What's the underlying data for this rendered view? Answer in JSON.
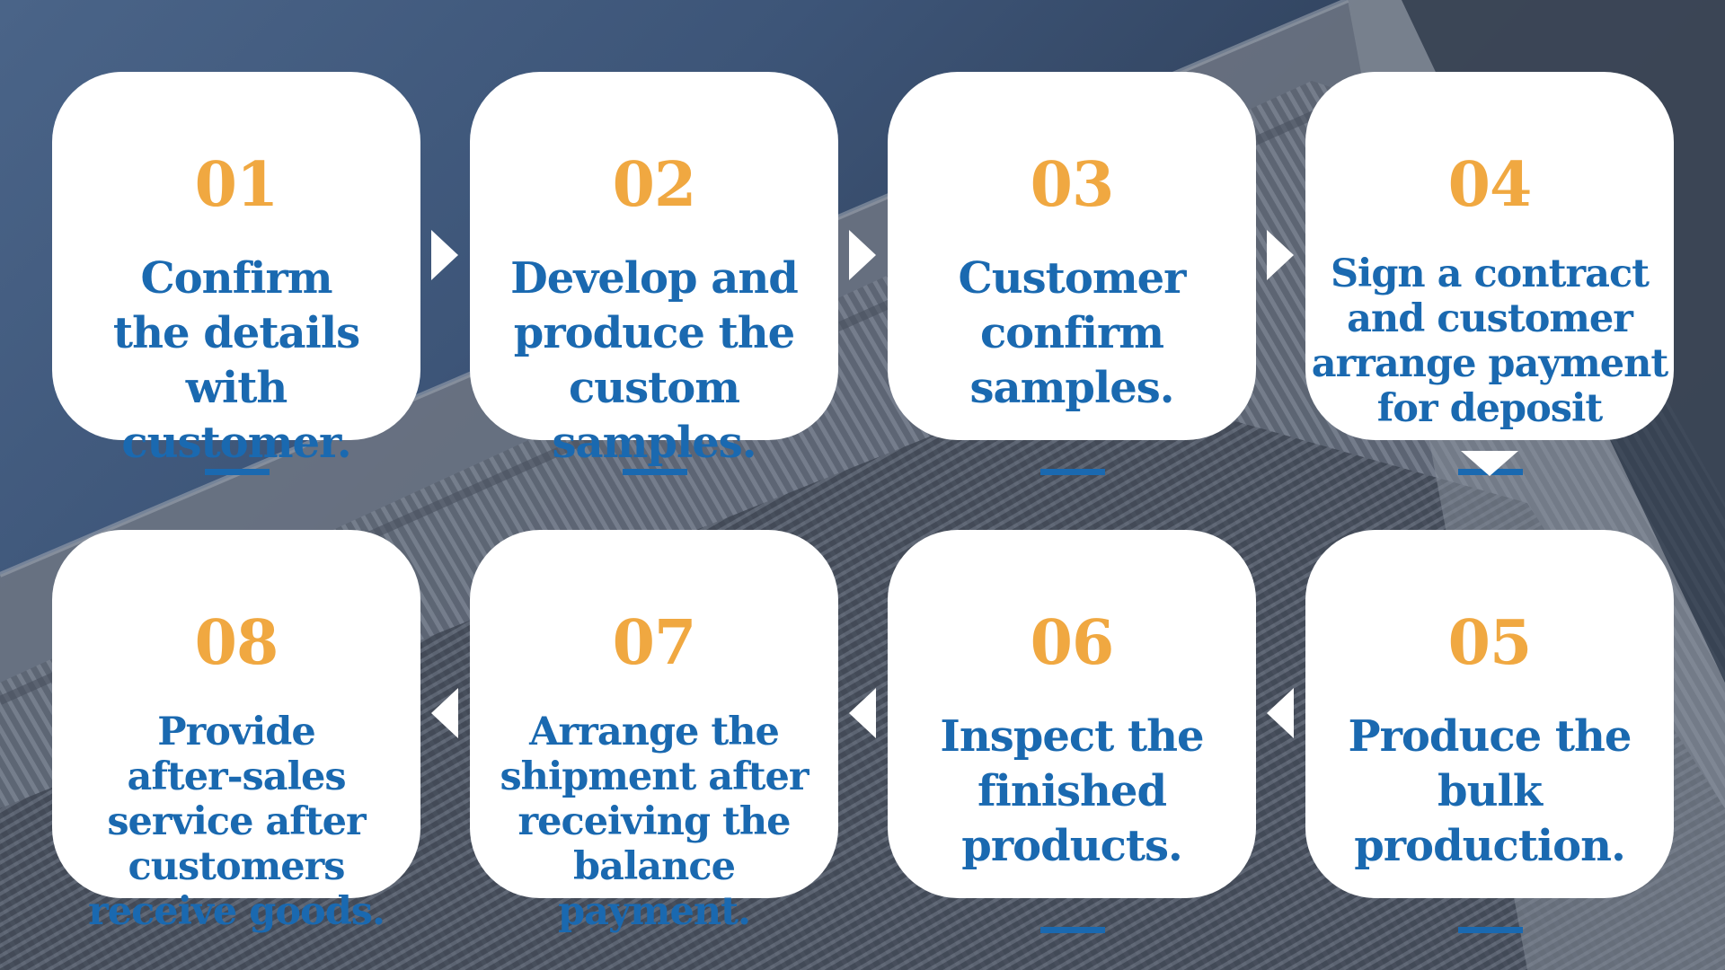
{
  "colors": {
    "number": "#f0a841",
    "text": "#1a69b0",
    "card": "#ffffff"
  },
  "steps": [
    {
      "number": "01",
      "text": "Confirm\nthe details with\ncustomer."
    },
    {
      "number": "02",
      "text": "Develop and\nproduce the\ncustom samples."
    },
    {
      "number": "03",
      "text": "Customer\nconfirm\nsamples."
    },
    {
      "number": "04",
      "text": "Sign a contract\nand customer\narrange payment\nfor deposit"
    },
    {
      "number": "05",
      "text": "Produce the\nbulk\nproduction."
    },
    {
      "number": "06",
      "text": "Inspect the\nfinished\nproducts."
    },
    {
      "number": "07",
      "text": "Arrange the\nshipment after\nreceiving the\nbalance\npayment."
    },
    {
      "number": "08",
      "text": "Provide\nafter-sales\nservice after\ncustomers\nreceive goods."
    }
  ]
}
